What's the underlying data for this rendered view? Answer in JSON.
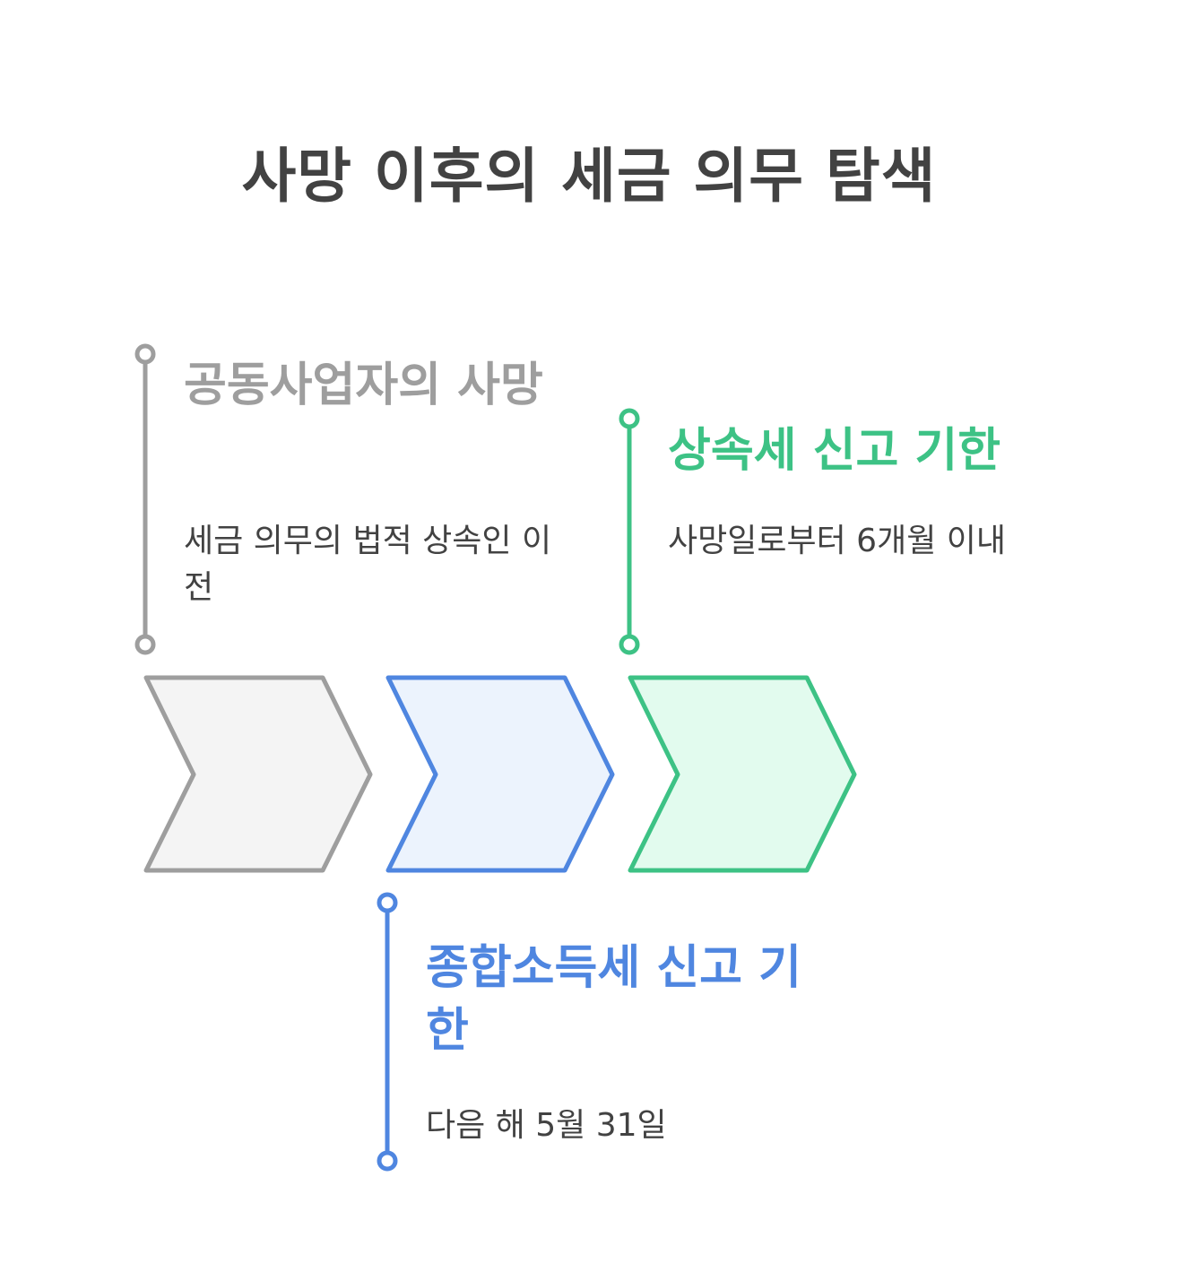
{
  "title": "사망 이후의 세금 의무 탐색",
  "steps": [
    {
      "title": "공동사업자의 사망",
      "description": "세금 의무의 법적 상속인 이전",
      "color": "#9e9e9e",
      "fill": "#f4f4f4"
    },
    {
      "title": "종합소득세 신고 기한",
      "description": "다음 해 5월 31일",
      "color": "#4f86e0",
      "fill": "#ecf3fd"
    },
    {
      "title": "상속세 신고 기한",
      "description": "사망일로부터 6개월 이내",
      "color": "#3dc285",
      "fill": "#e2fbee"
    }
  ]
}
